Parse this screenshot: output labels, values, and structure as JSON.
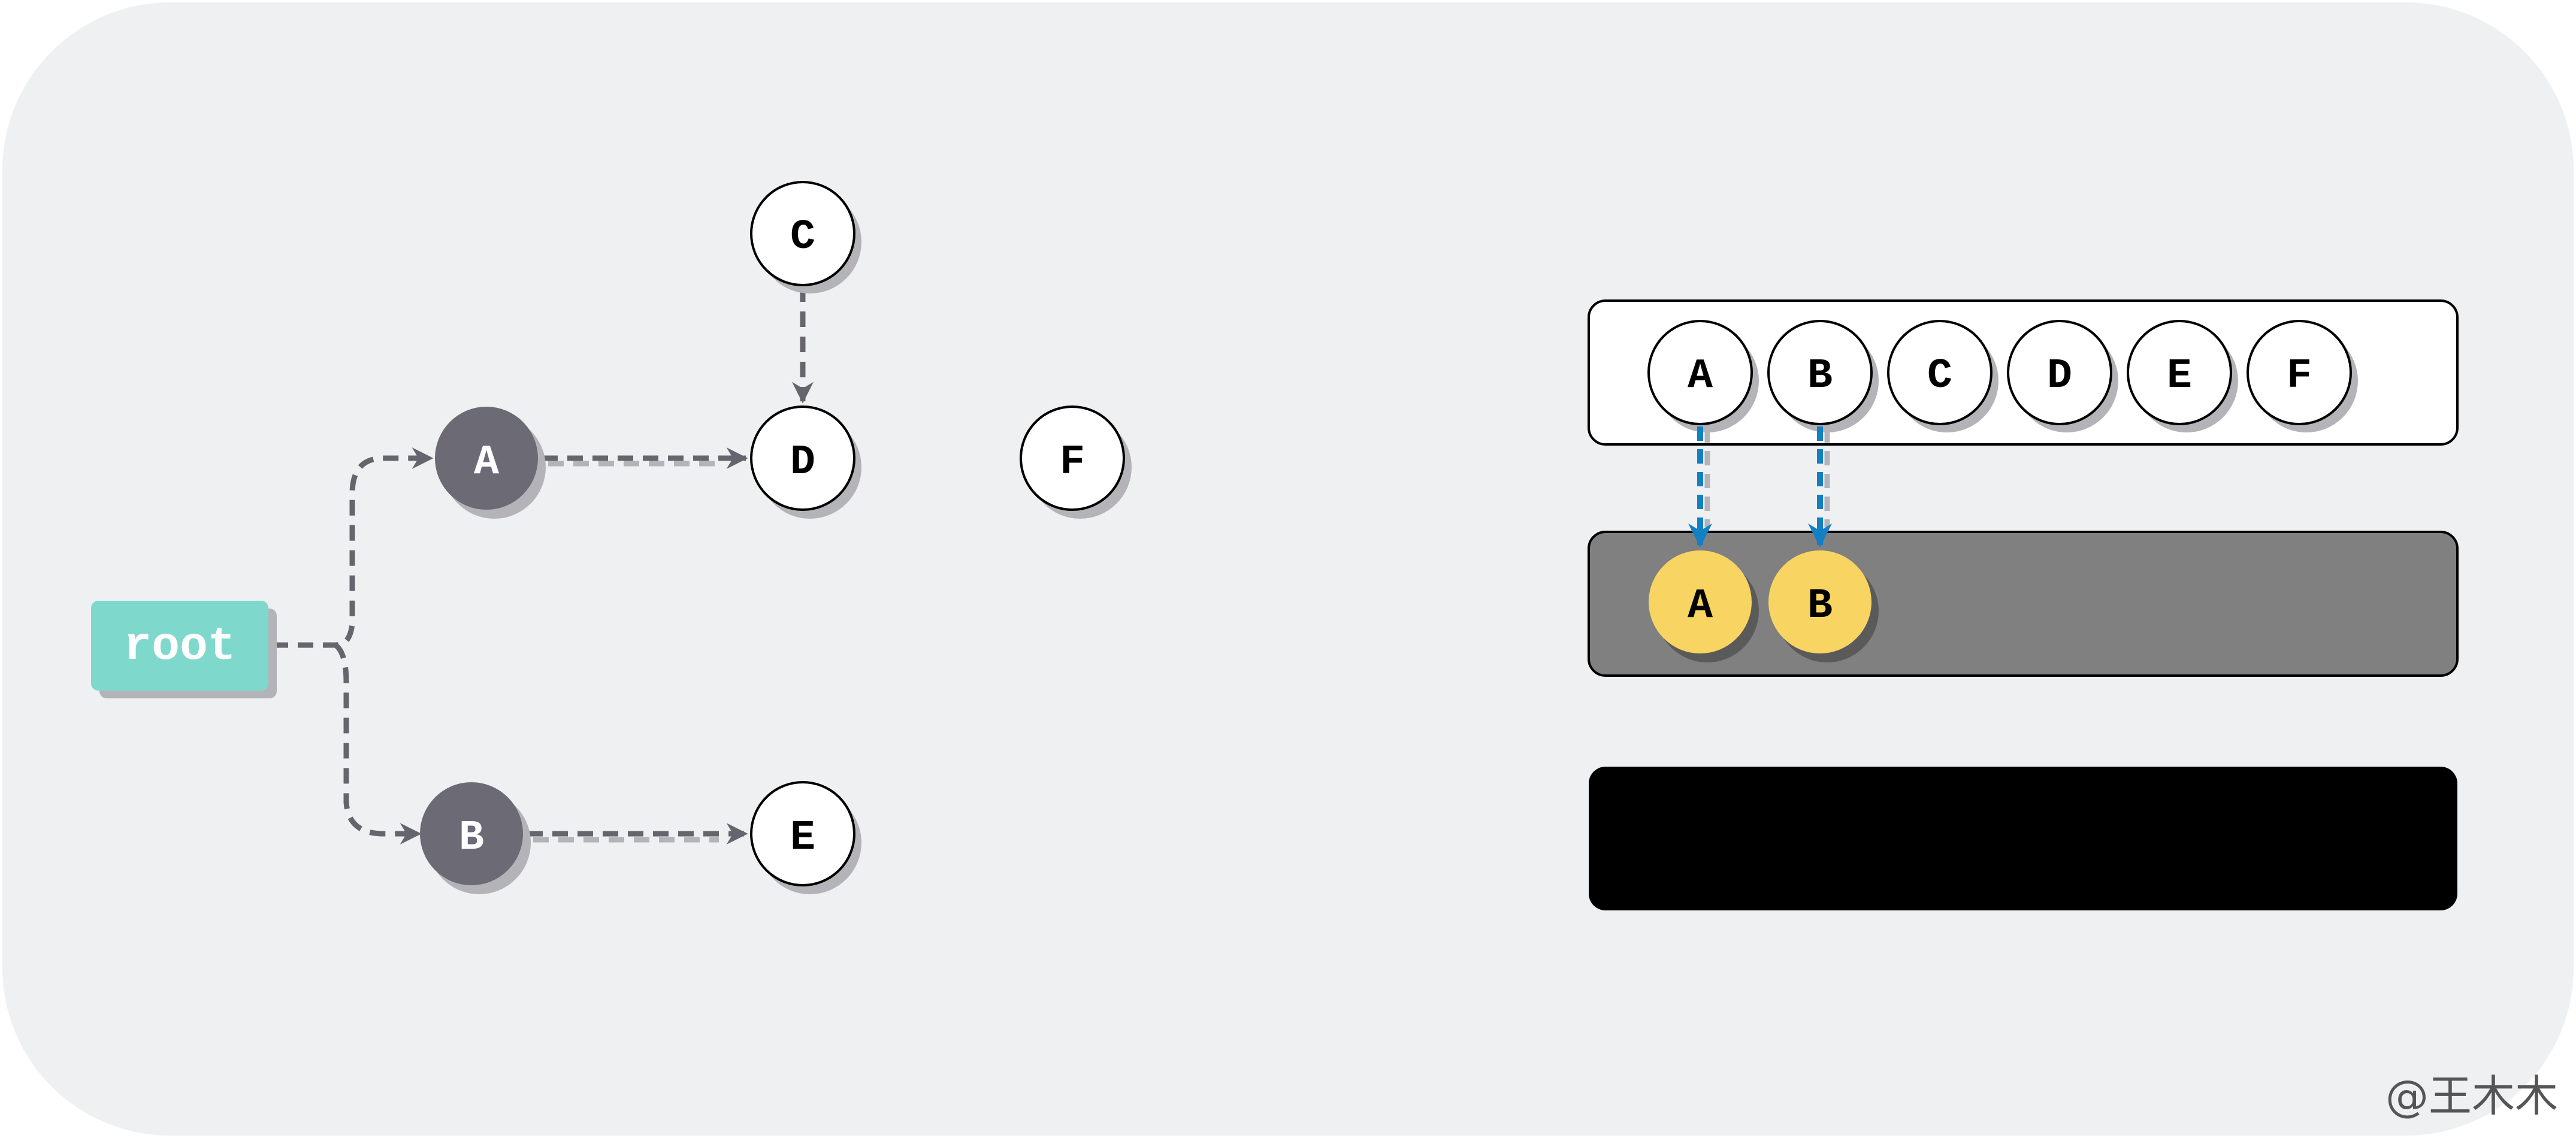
{
  "root": {
    "label": "root",
    "color": "#7fd8cc"
  },
  "tree": {
    "visited_nodes": [
      {
        "id": "A",
        "label": "A"
      },
      {
        "id": "B",
        "label": "B"
      }
    ],
    "unvisited_nodes": [
      {
        "id": "C",
        "label": "C"
      },
      {
        "id": "D",
        "label": "D"
      },
      {
        "id": "E",
        "label": "E"
      },
      {
        "id": "F",
        "label": "F"
      }
    ],
    "edges": [
      {
        "from": "root",
        "to": "A"
      },
      {
        "from": "root",
        "to": "B"
      },
      {
        "from": "A",
        "to": "D"
      },
      {
        "from": "C",
        "to": "D"
      },
      {
        "from": "B",
        "to": "E"
      }
    ]
  },
  "queues": {
    "all_nodes": [
      "A",
      "B",
      "C",
      "D",
      "E",
      "F"
    ],
    "in_progress": [
      "A",
      "B"
    ],
    "done": [],
    "transfers": [
      "A",
      "B"
    ]
  },
  "colors": {
    "background": "#eff0f2",
    "visited_node": "#6b6a75",
    "unvisited_node": "#ffffff",
    "highlight_node": "#f8d462",
    "arrow_blue": "#1380c4",
    "arrow_gray": "#66656d",
    "gray_panel": "#808080",
    "black_panel": "#000000"
  },
  "watermark": "@王木木"
}
